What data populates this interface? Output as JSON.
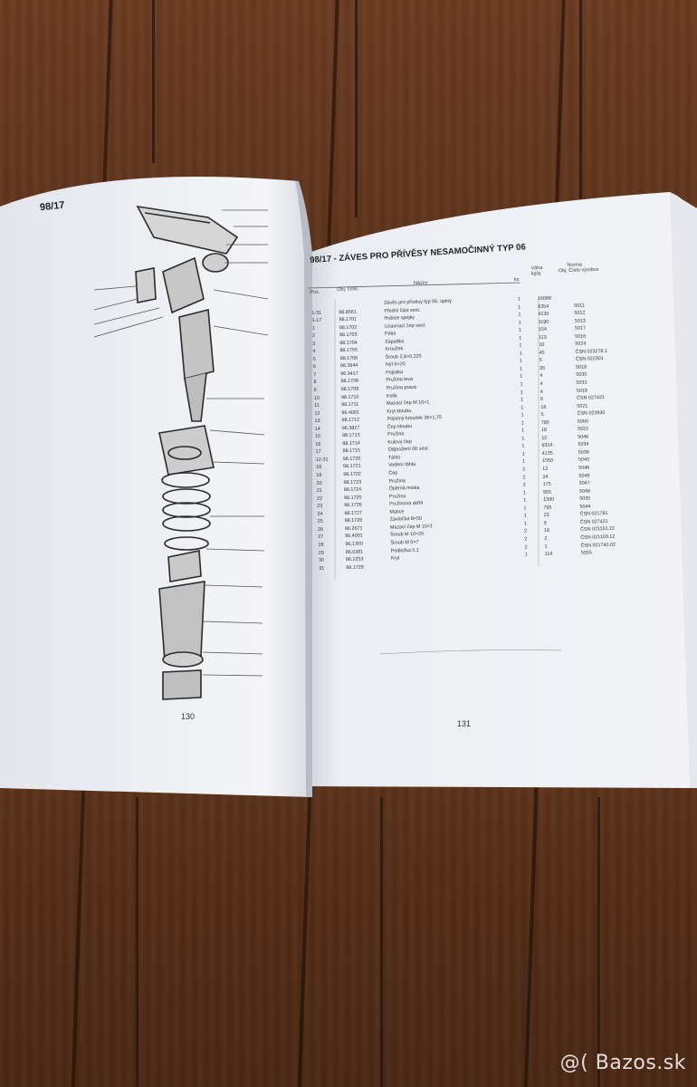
{
  "left_page": {
    "header": "98/17",
    "page_number": "130"
  },
  "right_page": {
    "title": "98/17 - ZÁVES PRO PŘÍVĚSY NESAMOČINNÝ TYP 06",
    "col_headers": {
      "pos": "Pos.",
      "obj": "Obj. číslo",
      "name": "Název",
      "ks": "ks",
      "weight": "Váha kg/g",
      "norm": "Norma",
      "norm_sub": "Obj. Číslo výrobce"
    },
    "page_number": "131",
    "rows": [
      [
        "",
        "",
        "Závěs pro přívěsy typ 06, úplný",
        "1",
        "16068",
        ""
      ],
      [
        "1-31",
        "98.8561",
        "Přední část sest.",
        "1",
        "6354",
        "5011"
      ],
      [
        "1-17",
        "98.1701",
        "Hubice spojky",
        "1",
        "4130",
        "5012"
      ],
      [
        "1",
        "98.1702",
        "Uzavírací čep sest.",
        "1",
        "1190",
        "5013"
      ],
      [
        "2",
        "98.1703",
        "Páka",
        "1",
        "154",
        "5017"
      ],
      [
        "3",
        "98.1704",
        "Západka",
        "1",
        "113",
        "5016"
      ],
      [
        "4",
        "98.1705",
        "Kroužek",
        "1",
        "10",
        "5024"
      ],
      [
        "5",
        "98.1706",
        "Šroub 2,8×0,225",
        "1",
        "45",
        "ČSN 023278.1"
      ],
      [
        "6",
        "96.3944",
        "Nýt 6×20",
        "1",
        "5",
        "ČSN 022301"
      ],
      [
        "7",
        "96.3417",
        "Pojistka",
        "1",
        "35",
        "5018"
      ],
      [
        "8",
        "98.1708",
        "Pružina levá",
        "1",
        "4",
        "5030"
      ],
      [
        "9",
        "98.1709",
        "Pružina pravá",
        "1",
        "4",
        "5031"
      ],
      [
        "10",
        "98.1710",
        "Kolík",
        "1",
        "4",
        "5019"
      ],
      [
        "11",
        "98.1711",
        "Mazací čep M 10×1",
        "1",
        "6",
        "ČSN 027421"
      ],
      [
        "12",
        "96.4001",
        "Kryt kloubu",
        "1",
        "18",
        "5021"
      ],
      [
        "13",
        "98.1712",
        "Pojistný kroužek 36×1,75",
        "1",
        "5",
        "ČSN 022930"
      ],
      [
        "14",
        "96.3827",
        "Čep kloubu",
        "1",
        "785",
        "5000"
      ],
      [
        "15",
        "98.1713",
        "Pružina",
        "1",
        "18",
        "5022"
      ],
      [
        "16",
        "98.1714",
        "Kulový čep",
        "1",
        "12",
        "5046"
      ],
      [
        "17",
        "98.1715",
        "Odpružení 06 sest.",
        "1",
        "9314",
        "5034"
      ],
      [
        "12-31",
        "98.1720",
        "Táhlo",
        "1",
        "4135",
        "5039"
      ],
      [
        "18",
        "98.1721",
        "Vedení táhla",
        "1",
        "1550",
        "5040"
      ],
      [
        "19",
        "98.1722",
        "Čep",
        "2",
        "12",
        "5046"
      ],
      [
        "20",
        "98.1723",
        "Pružina",
        "2",
        "24",
        "5049"
      ],
      [
        "21",
        "98.1724",
        "Opěrná miska",
        "2",
        "175",
        "5047"
      ],
      [
        "22",
        "98.1725",
        "Pružina",
        "1",
        "955",
        "5048"
      ],
      [
        "23",
        "98.1726",
        "Pružinová skříň",
        "1",
        "1500",
        "5035"
      ],
      [
        "24",
        "98.1727",
        "Matice",
        "1",
        "795",
        "5044"
      ],
      [
        "25",
        "98.1728",
        "Závlačka 8×50",
        "1",
        "23",
        "ČSN 021781"
      ],
      [
        "26",
        "96.2671",
        "Mazací čep M 10×1",
        "1",
        "6",
        "ČSN 027421"
      ],
      [
        "27",
        "96.4001",
        "Šroub M 10×20",
        "2",
        "16",
        "ČSN 021151.22"
      ],
      [
        "28",
        "96.1350",
        "Šroub M 5×7",
        "2",
        "2",
        "ČSN 021103.12"
      ],
      [
        "29",
        "96.0381",
        "Podložka 5,1",
        "2",
        "1",
        "ČSN 021740.02"
      ],
      [
        "30",
        "96.2253",
        "Kryt",
        "1",
        "114",
        "5055"
      ],
      [
        "31",
        "98.1729",
        "",
        "",
        "",
        ""
      ]
    ]
  },
  "watermark": "@( Bazos.sk"
}
